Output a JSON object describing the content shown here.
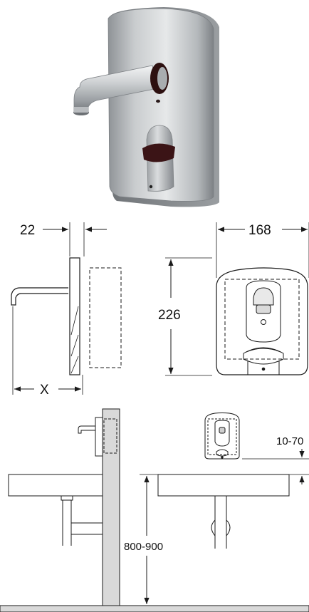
{
  "dimensions": {
    "wall_thickness": "22",
    "plate_width": "168",
    "plate_height": "226",
    "spout_projection": "X",
    "sensor_gap": "10-70",
    "basin_height": "800-900"
  },
  "colors": {
    "line": "#1a1a1a",
    "wall": "#d9d9d9",
    "steel_light": "#e2e4e6",
    "steel_dark": "#8e9296",
    "sensor": "#3a1414"
  },
  "icons": [
    "arrow-left-icon",
    "arrow-right-icon",
    "arrow-up-icon",
    "arrow-down-icon"
  ]
}
